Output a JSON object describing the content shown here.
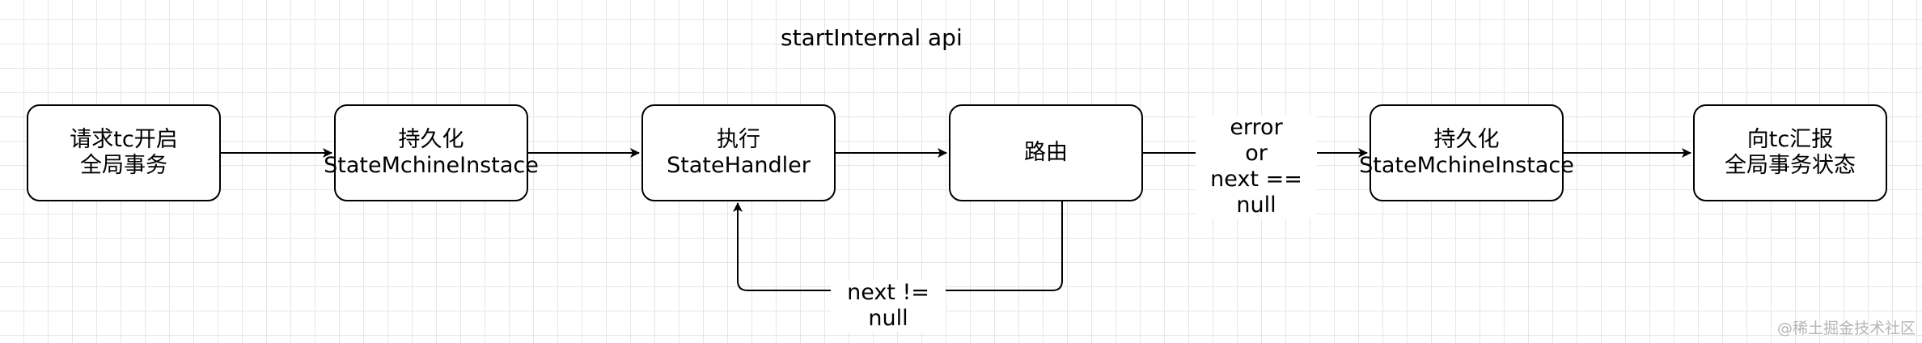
{
  "diagram": {
    "title": "startInternal api",
    "nodes": {
      "n1": "请求tc开启\n全局事务",
      "n2": "持久化\nStateMchineInstace",
      "n3": "执行\nStateHandler",
      "n4": "路由",
      "n5": "持久化\nStateMchineInstace",
      "n6": "向tc汇报\n全局事务状态"
    },
    "edge_labels": {
      "route_to_persist": "error\nor\nnext == null",
      "loop": "next != null"
    }
  },
  "watermark": "@稀土掘金技术社区"
}
